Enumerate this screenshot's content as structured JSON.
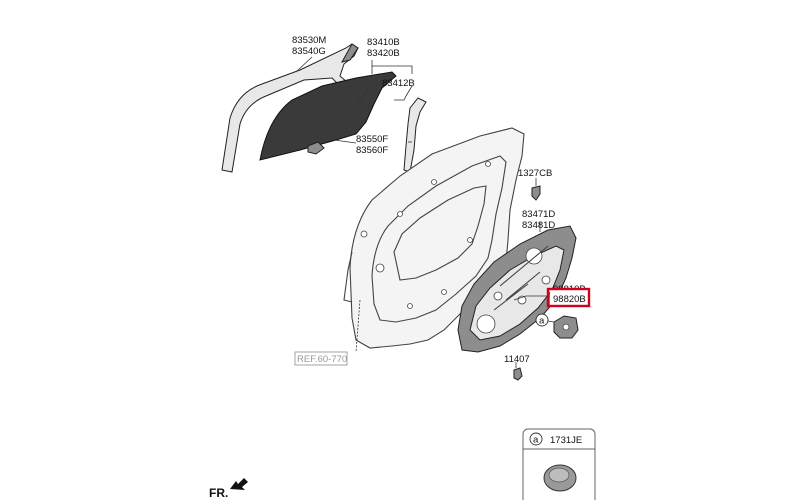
{
  "labels": {
    "p83530m": "83530M",
    "p83540g": "83540G",
    "p83410b": "83410B",
    "p83420b": "83420B",
    "p83412b": "83412B",
    "p83550f": "83550F",
    "p83560f": "83560F",
    "p1327cb": "1327CB",
    "p83471d": "83471D",
    "p83481d": "83481D",
    "p98810b": "98810B",
    "p98820b": "98820B",
    "p11407": "11407",
    "ref": "REF.60-770",
    "callout_a": "a"
  },
  "legend": {
    "callout": "a",
    "part": "1731JE"
  },
  "orientation": {
    "label": "FR."
  },
  "colors": {
    "highlight": "#d0021b"
  }
}
